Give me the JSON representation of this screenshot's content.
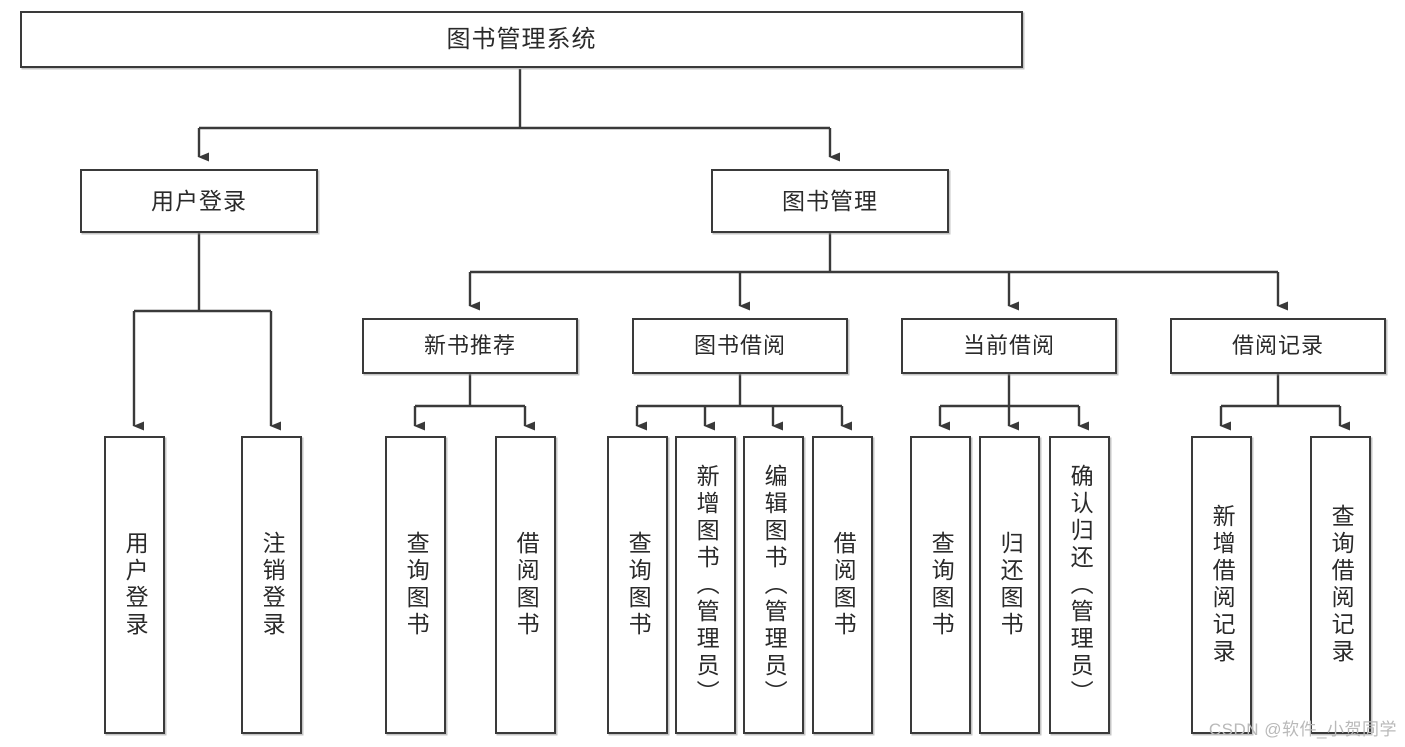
{
  "diagram": {
    "title": "图书管理系统",
    "type": "hierarchy-tree",
    "watermark": "CSDN @软件_小贺同学",
    "colors": {
      "stroke": "#3a3a3a",
      "fill": "#ffffff",
      "text": "#2a2a2a",
      "watermark": "#b9b9b9"
    },
    "root": {
      "id": "root",
      "label": "图书管理系统"
    },
    "level1": [
      {
        "id": "user-login",
        "label": "用户登录"
      },
      {
        "id": "book-manage",
        "label": "图书管理"
      }
    ],
    "level2": [
      {
        "id": "new-book-rec",
        "label": "新书推荐",
        "parent": "book-manage"
      },
      {
        "id": "book-borrow",
        "label": "图书借阅",
        "parent": "book-manage"
      },
      {
        "id": "current-borrow",
        "label": "当前借阅",
        "parent": "book-manage"
      },
      {
        "id": "borrow-record",
        "label": "借阅记录",
        "parent": "book-manage"
      }
    ],
    "leaves": [
      {
        "id": "leaf-user-login",
        "label": "用户登录",
        "parent": "user-login"
      },
      {
        "id": "leaf-logout-login",
        "label": "注销登录",
        "parent": "user-login"
      },
      {
        "id": "leaf-query-book-1",
        "label": "查询图书",
        "parent": "new-book-rec"
      },
      {
        "id": "leaf-borrow-book-1",
        "label": "借阅图书",
        "parent": "new-book-rec"
      },
      {
        "id": "leaf-query-book-2",
        "label": "查询图书",
        "parent": "book-borrow"
      },
      {
        "id": "leaf-add-book",
        "label": "新增图书（管理员）",
        "parent": "book-borrow"
      },
      {
        "id": "leaf-edit-book",
        "label": "编辑图书（管理员）",
        "parent": "book-borrow"
      },
      {
        "id": "leaf-borrow-book-2",
        "label": "借阅图书",
        "parent": "book-borrow"
      },
      {
        "id": "leaf-query-book-3",
        "label": "查询图书",
        "parent": "current-borrow"
      },
      {
        "id": "leaf-return-book",
        "label": "归还图书",
        "parent": "current-borrow"
      },
      {
        "id": "leaf-confirm-return",
        "label": "确认归还（管理员）",
        "parent": "current-borrow"
      },
      {
        "id": "leaf-add-record",
        "label": "新增借阅记录",
        "parent": "borrow-record"
      },
      {
        "id": "leaf-query-record",
        "label": "查询借阅记录",
        "parent": "borrow-record"
      }
    ]
  }
}
